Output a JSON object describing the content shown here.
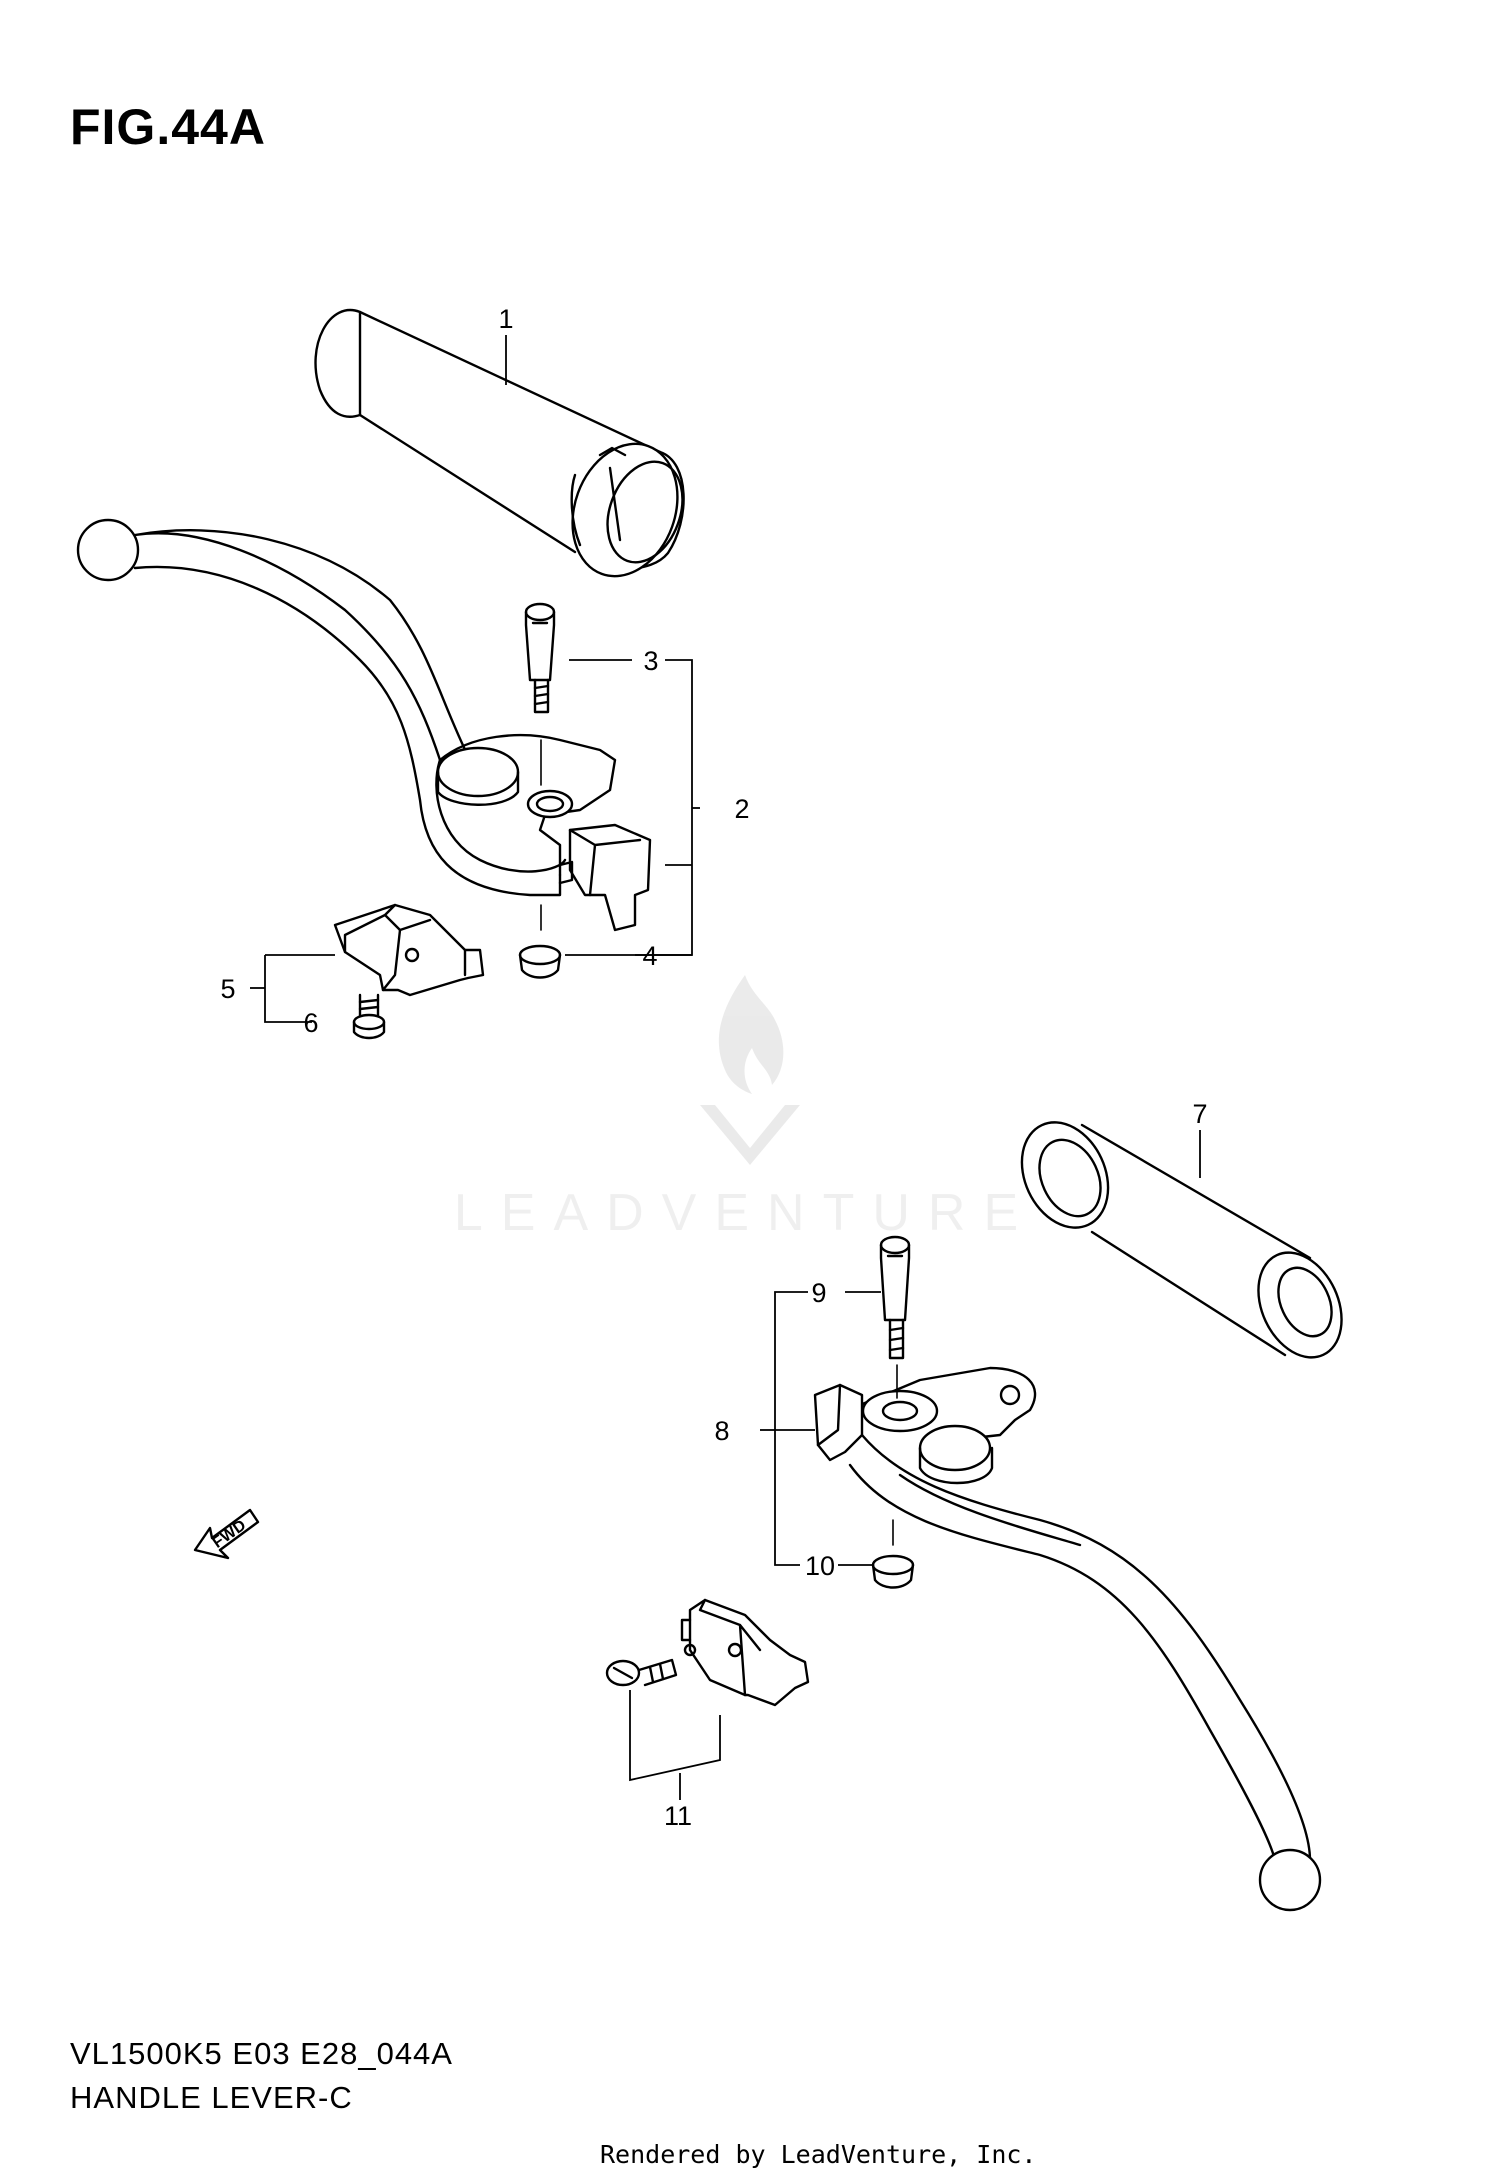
{
  "figure": {
    "title": "FIG.44A",
    "model_code": "VL1500K5 E03 E28_044A",
    "part_name": "HANDLE LEVER-C"
  },
  "footer": {
    "credit": "Rendered by LeadVenture, Inc."
  },
  "watermark": {
    "text": "LEADVENTURE"
  },
  "fwd_arrow": {
    "label": "FWD"
  },
  "callouts": [
    {
      "number": "1"
    },
    {
      "number": "2"
    },
    {
      "number": "3"
    },
    {
      "number": "4"
    },
    {
      "number": "5"
    },
    {
      "number": "6"
    },
    {
      "number": "7"
    },
    {
      "number": "8"
    },
    {
      "number": "9"
    },
    {
      "number": "10"
    },
    {
      "number": "11"
    }
  ]
}
